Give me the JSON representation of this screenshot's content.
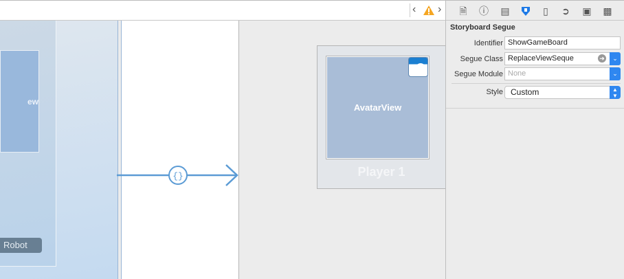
{
  "toolbar": {
    "back_icon": "chevron-left",
    "warning_icon": "warning-triangle",
    "forward_icon": "chevron-right",
    "warning_color": "#f5a623"
  },
  "canvas": {
    "left_scene": {
      "view_label": "ew",
      "button_label": "Robot"
    },
    "segue": {
      "icon": "curly-braces",
      "color": "#5b9bd5"
    },
    "player_scene": {
      "avatar_label": "AvatarView",
      "player_label": "Player 1"
    }
  },
  "inspector": {
    "tabs": [
      "file",
      "quick-help",
      "identity",
      "attributes",
      "size",
      "connections",
      "bindings",
      "effects"
    ],
    "selected_tab": "attributes",
    "section_title": "Storyboard Segue",
    "fields": {
      "identifier": {
        "label": "Identifier",
        "value": "ShowGameBoard"
      },
      "segue_class": {
        "label": "Segue Class",
        "value": "ReplaceViewSeque"
      },
      "segue_module": {
        "label": "Segue Module",
        "placeholder": "None"
      },
      "style": {
        "label": "Style",
        "value": "Custom"
      }
    }
  }
}
